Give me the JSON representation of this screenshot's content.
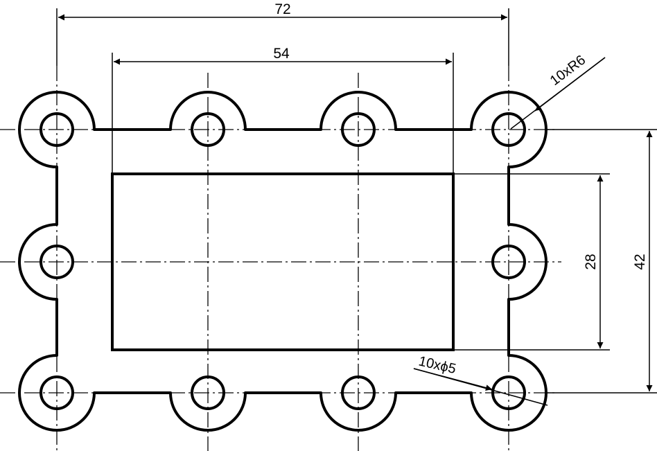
{
  "drawing": {
    "dimensions": {
      "overall_width": "72",
      "cutout_width": "54",
      "cutout_height": "28",
      "overall_height": "42"
    },
    "notes": {
      "fillet_radius": "10xR6",
      "hole_diameter": "10xϕ5"
    }
  }
}
